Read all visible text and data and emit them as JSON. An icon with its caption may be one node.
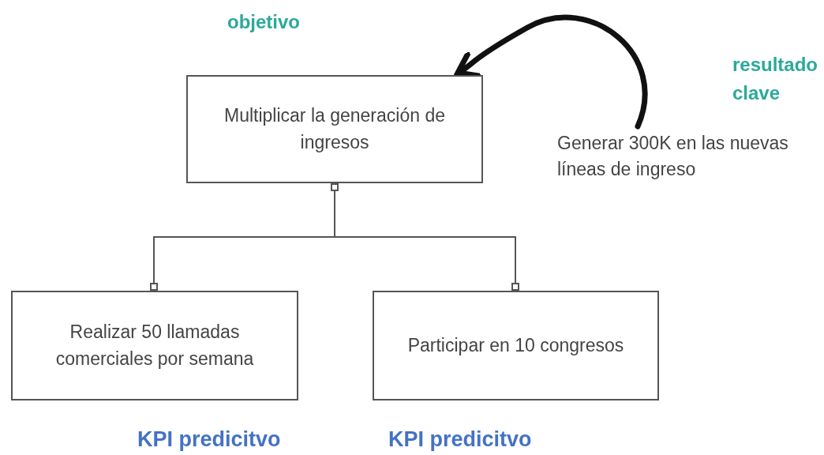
{
  "diagram": {
    "nodes": [
      {
        "text": [
          "Multiplicar la generación de ingresos"
        ]
      },
      {
        "text": [
          "Generar 300K en las nuevas líneas de ingreso"
        ]
      },
      {
        "text": [
          "Realizar 50 llamadas comerciales por semana"
        ]
      },
      {
        "text": [
          "Participar en 10 congresos"
        ]
      }
    ],
    "edges": [
      {
        "from": 0,
        "to": 2,
        "arrow": "other"
      },
      {
        "from": 0,
        "to": 3,
        "arrow": "other"
      },
      {
        "from": 1,
        "to": 0,
        "arrow": "to",
        "style": "thick"
      }
    ],
    "labels": [
      "objetivo",
      "resultado clave",
      "KPI predicitvo",
      "KPI predicitvo"
    ]
  }
}
